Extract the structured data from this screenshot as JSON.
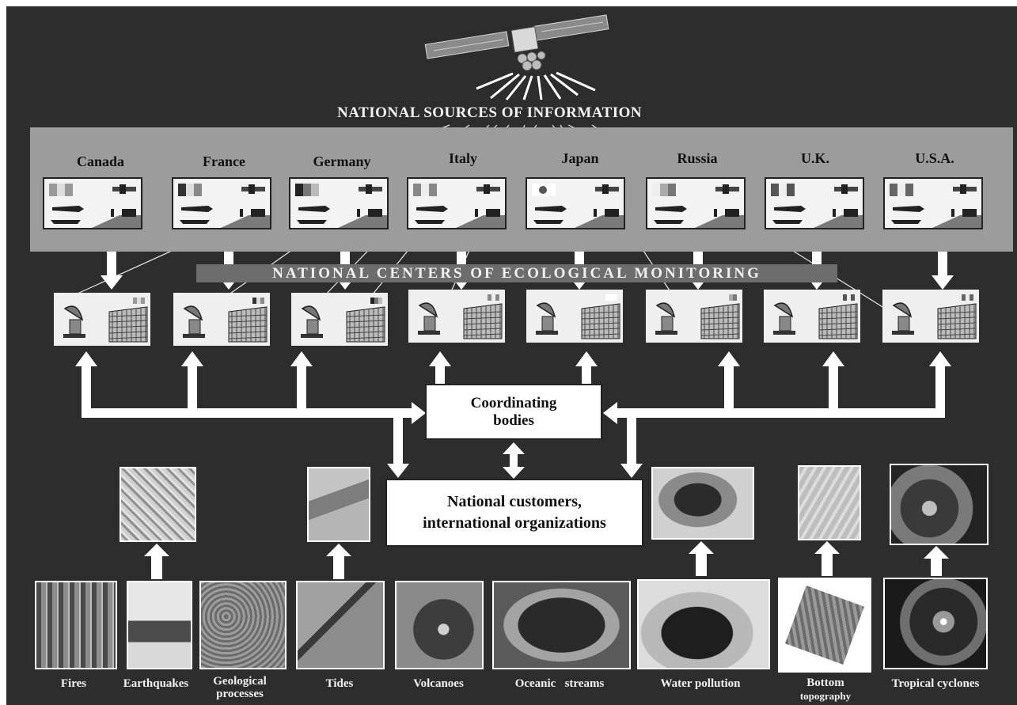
{
  "header": {
    "sources_title": "NATIONAL SOURCES OF INFORMATION"
  },
  "countries": [
    "Canada",
    "France",
    "Germany",
    "Italy",
    "Japan",
    "Russia",
    "U.K.",
    "U.S.A."
  ],
  "monitoring": {
    "title": "NATIONAL CENTERS OF ECOLOGICAL MONITORING"
  },
  "coordinating": {
    "label": "Coordinating\nbodies"
  },
  "customers": {
    "label": "National customers,\ninternational organizations"
  },
  "phenomena": {
    "fires": "Fires",
    "earthquakes": "Earthquakes",
    "geological_1": "Geological",
    "geological_2": "processes",
    "tides": "Tides",
    "volcanoes": "Volcanoes",
    "oceanic": "Oceanic   streams",
    "water_pollution": "Water pollution",
    "bottom_1": "Bottom",
    "bottom_2": "topography",
    "cyclones": "Tropical cyclones"
  },
  "colors": {
    "background": "#2d2d2d",
    "country_band": "#9c9c9c",
    "monitor_bar": "#6d6d6d",
    "arrows": "#ffffff"
  }
}
